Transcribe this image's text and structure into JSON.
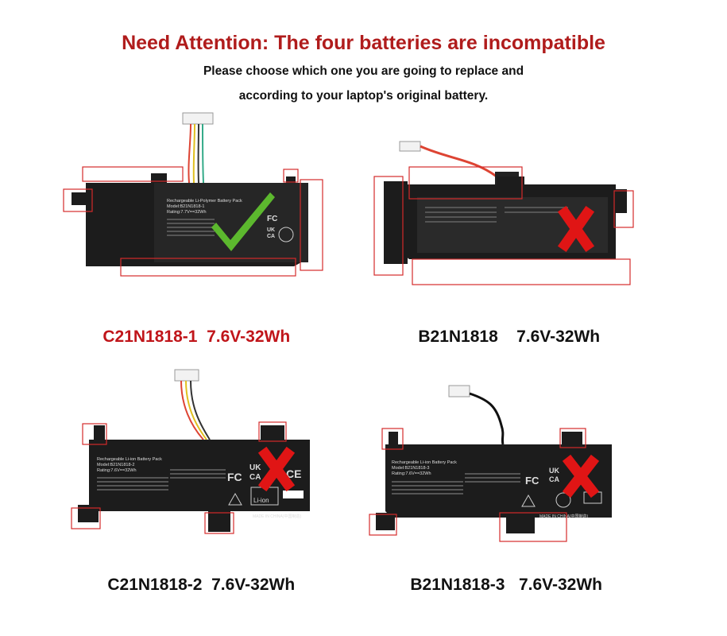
{
  "header": {
    "title": "Need Attention: The four batteries are incompatible",
    "line1": "Please choose which one you are going to replace and",
    "line2": "according to your laptop's original battery."
  },
  "batteries": [
    {
      "model": "C21N1818-1",
      "spec": "7.6V-32Wh",
      "status": "compatible",
      "label_line1": "Rechargeable Li-Polymer Battery Pack",
      "label_line2": "Model:B21N1818-1",
      "label_line3": "Rating:7.7V==32Wh"
    },
    {
      "model": "B21N1818",
      "spec": "7.6V-32Wh",
      "status": "incompatible"
    },
    {
      "model": "C21N1818-2",
      "spec": "7.6V-32Wh",
      "status": "incompatible",
      "label_line1": "Rechargeable Li-ion Battery Pack",
      "label_line2": "Model:B21N1818-2",
      "label_line3": "Rating:7.6V==32Wh"
    },
    {
      "model": "B21N1818-3",
      "spec": "7.6V-32Wh",
      "status": "incompatible",
      "label_line1": "Rechargeable Li-ion Battery Pack",
      "label_line2": "Model:B21N1818-3",
      "label_line3": "Rating:7.6V==32Wh"
    }
  ],
  "marks": {
    "fc": "FC",
    "ukca_top": "UK",
    "ukca_bottom": "CA",
    "ce": "CE",
    "liion": "Li-ion",
    "made_in": "MADE IN CHINA(中国制造)"
  },
  "colors": {
    "headline": "#b01c1c",
    "battery_body": "#1c1c1c",
    "highlight_box": "#d42b2b",
    "check": "#5cb82e",
    "cross": "#e01515"
  },
  "icons": [
    "check-icon",
    "cross-icon",
    "recycle-icon",
    "bin-crossed-icon",
    "warning-icon",
    "fire-icon"
  ]
}
